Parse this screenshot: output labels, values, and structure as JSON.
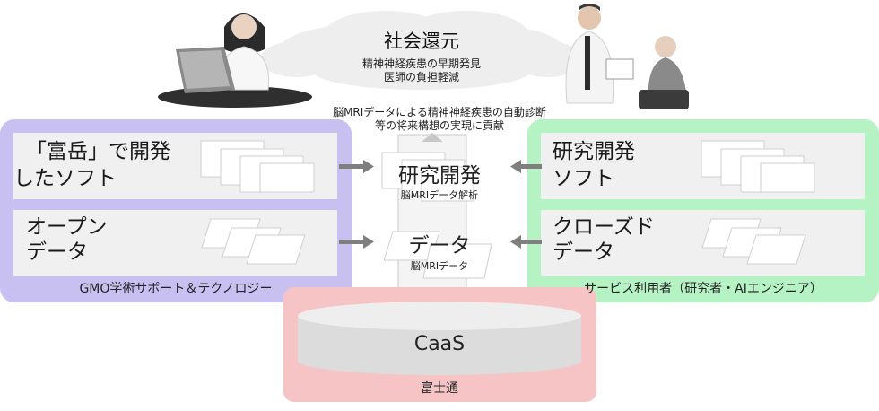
{
  "cloud": {
    "title": "社会還元",
    "lines": [
      "精神神経疾患の早期発見",
      "医師の負担軽減"
    ]
  },
  "contribution": {
    "lines": [
      "脳MRIデータによる精神神経疾患の自動診断",
      "等の将来構想の実現に貢献"
    ]
  },
  "left_panel": {
    "label": "GMO学術サポート＆テクノロジー",
    "software_lines": [
      "「富岳」で開発",
      "したソフト"
    ],
    "data_lines": [
      "オープン",
      "データ"
    ]
  },
  "right_panel": {
    "label": "サービス利用者（研究者・AIエンジニア）",
    "software_lines": [
      "研究開発",
      "ソフト"
    ],
    "data_lines": [
      "クローズド",
      "データ"
    ]
  },
  "center": {
    "research_title": "研究開発",
    "research_sub": "脳MRIデータ解析",
    "data_title": "データ",
    "data_sub": "脳MRIデータ"
  },
  "platform": {
    "name": "CaaS",
    "provider": "富士通"
  },
  "colors": {
    "left_panel": "#c9c0f2",
    "right_panel": "#b5f2c4",
    "bottom_panel": "#f6c4c4",
    "box": "#f0f0f0",
    "arrow": "#7f7f7f"
  },
  "icons": [
    "doctor-at-laptop-icon",
    "doctor-with-patient-icon",
    "document-stack-icon",
    "data-sheet-icon",
    "cylinder-database-icon"
  ]
}
